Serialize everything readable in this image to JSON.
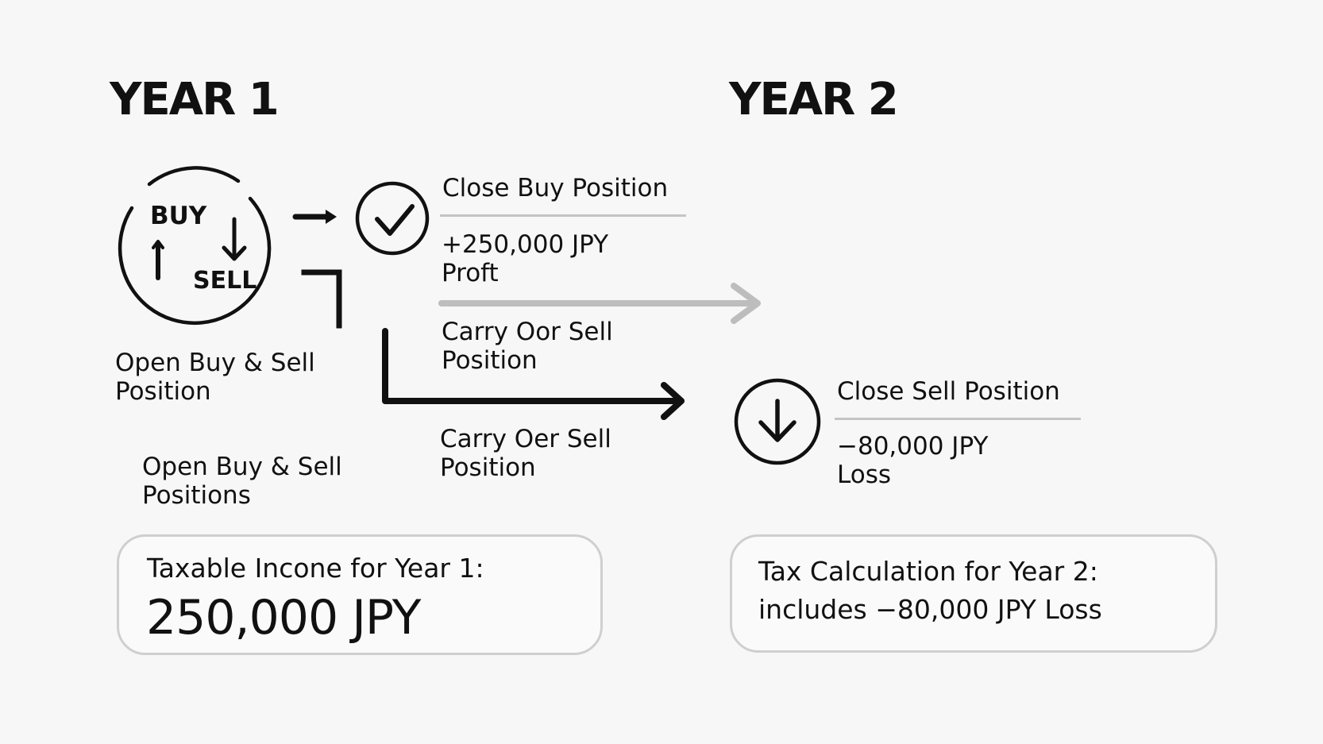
{
  "years": {
    "year1": "YEAR 1",
    "year2": "YEAR 2"
  },
  "cycle": {
    "buy": "BUY",
    "sell": "SELL"
  },
  "labels": {
    "open_position": "Open Buy & Sell\nPosition",
    "open_positions": "Open Buy & Sell\nPositions",
    "carry_over_1": "Carry Oor Sell\nPosition",
    "carry_over_2": "Carry Oer Sell\nPosition"
  },
  "close_buy": {
    "heading": "Close Buy Position",
    "amount": "+250,000 JPY\nProft"
  },
  "close_sell": {
    "heading": "Close Sell Position",
    "amount": "−80,000 JPY\nLoss"
  },
  "card_year1": {
    "title": "Taxable Incone for Year 1:",
    "value": "250,000 JPY"
  },
  "card_year2": {
    "line1": "Tax Calculation for Year 2:",
    "line2": "includes −80,000 JPY Loss"
  },
  "colors": {
    "ink": "#111111",
    "gray_arrow": "#bdbdbd",
    "rule": "#c4c4c4",
    "card_border": "#cfcfcf"
  }
}
